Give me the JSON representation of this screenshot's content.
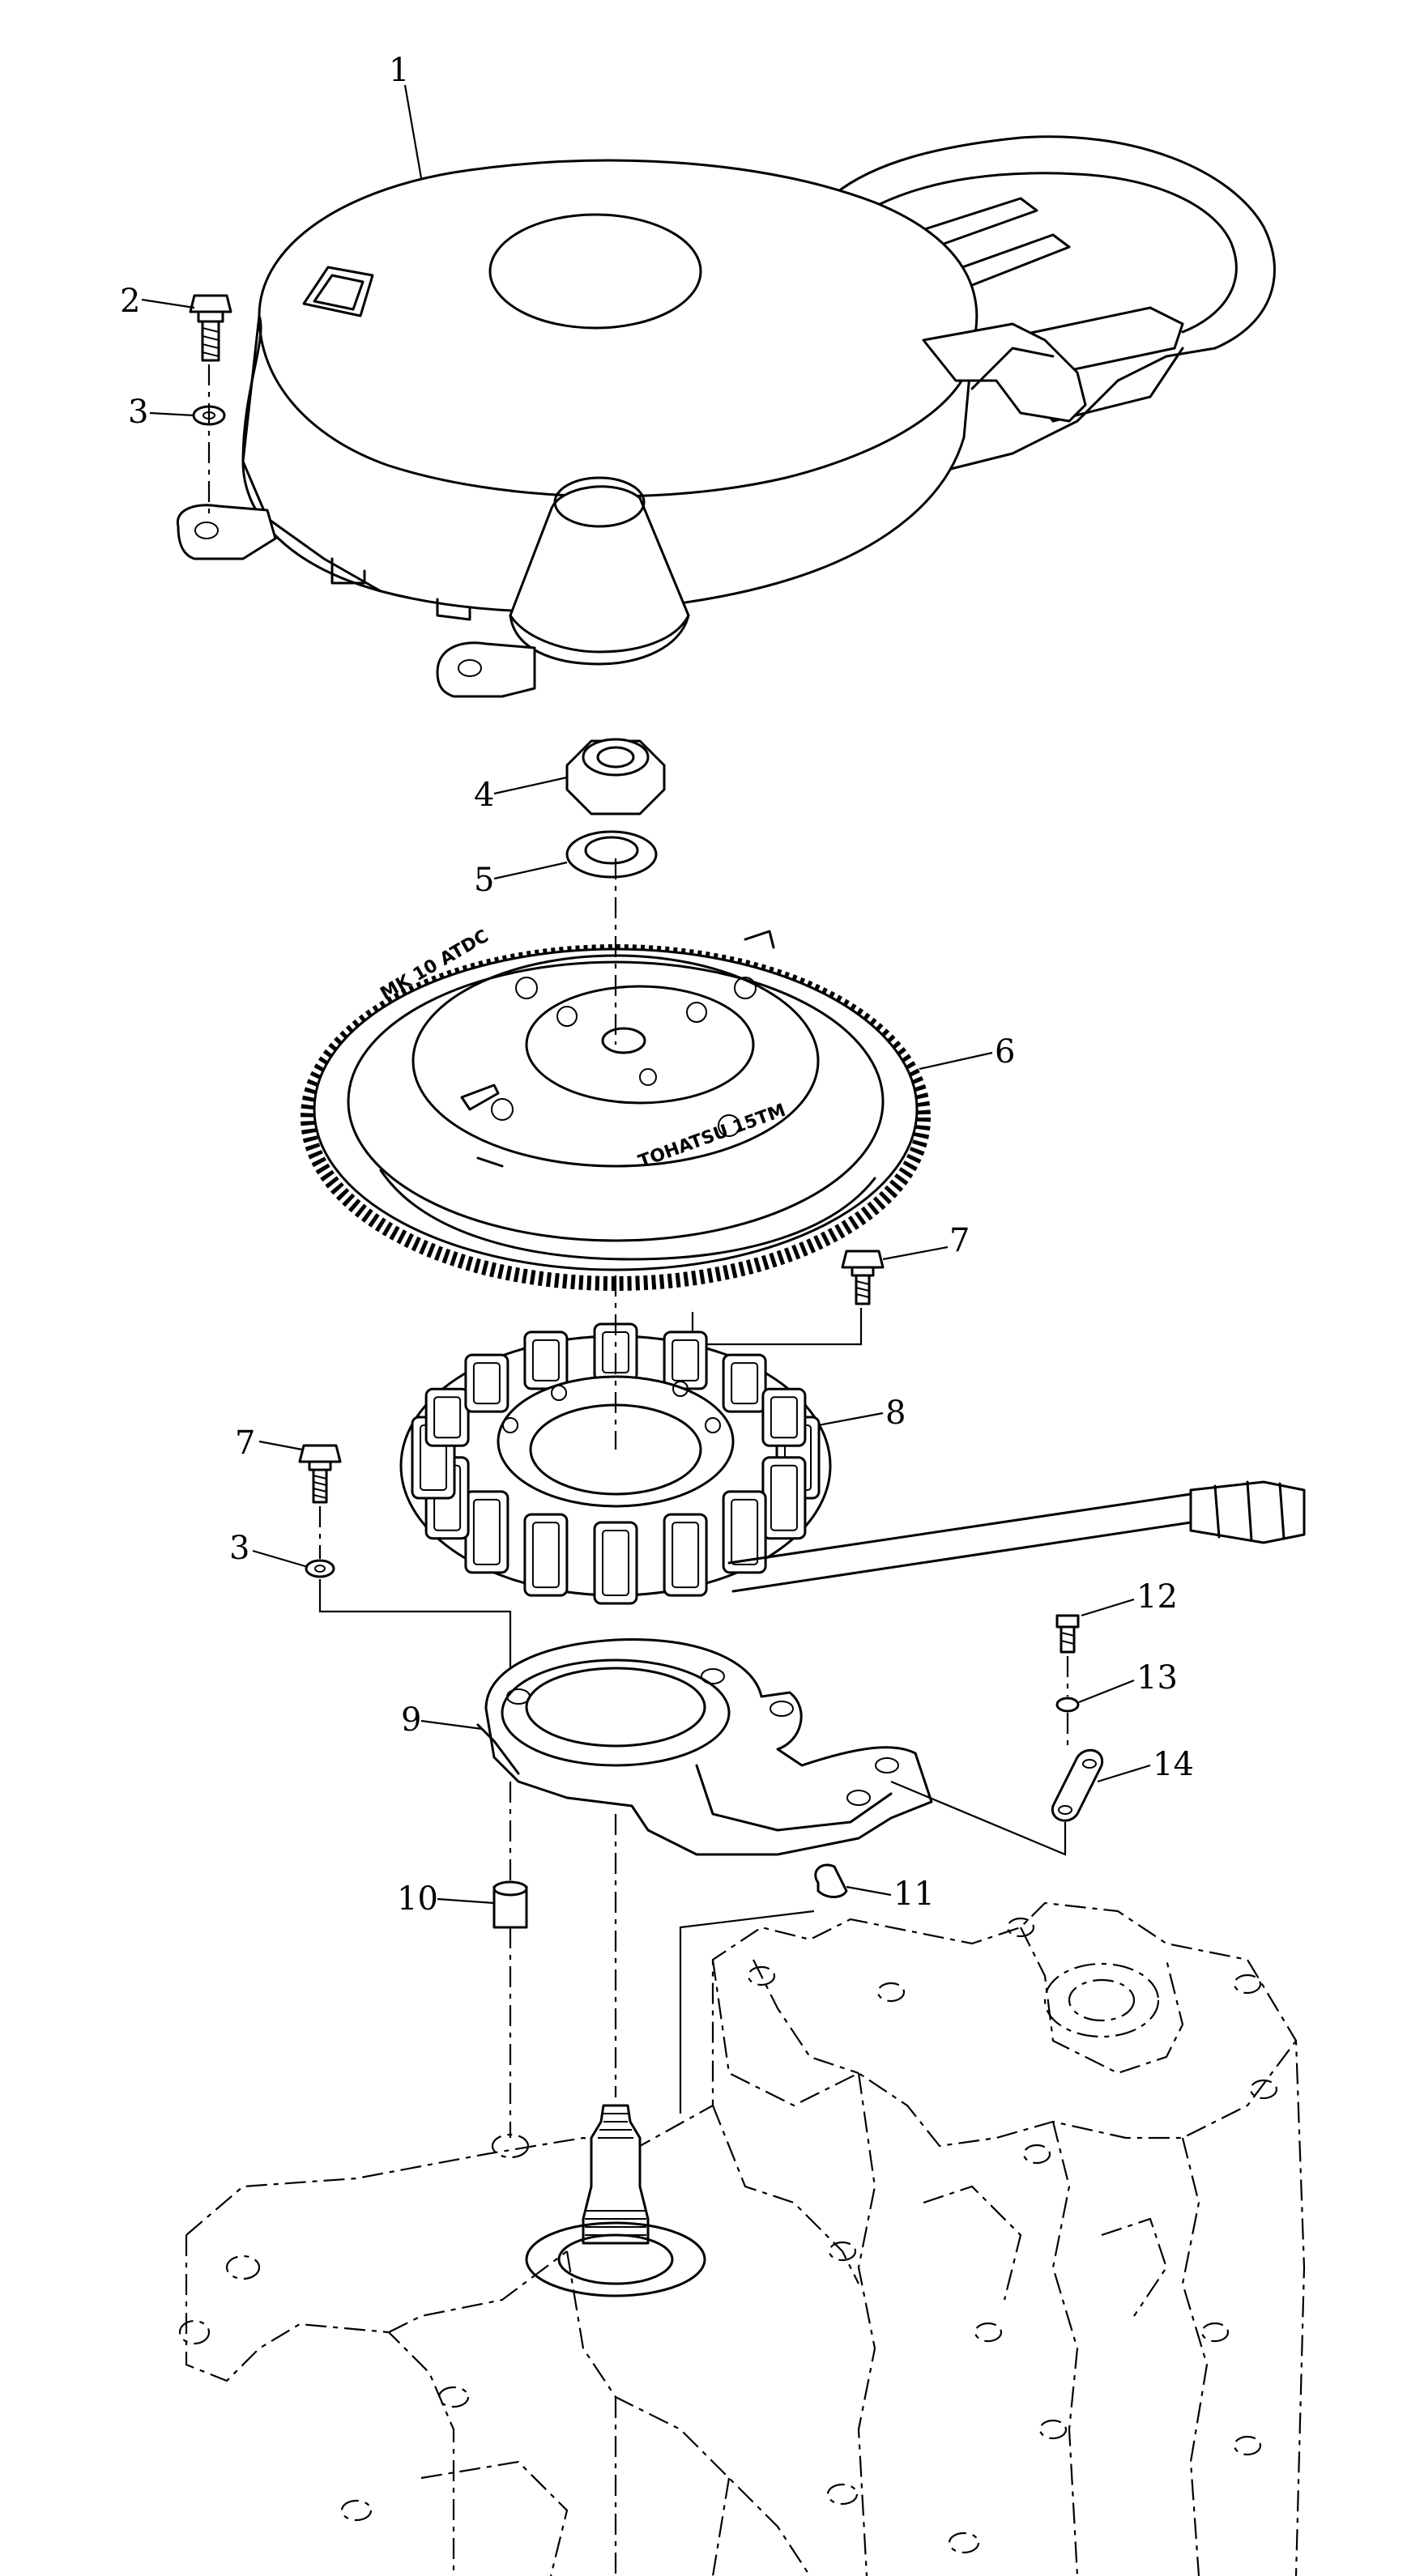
{
  "callouts": [
    {
      "id": "1",
      "label": "1"
    },
    {
      "id": "2",
      "label": "2"
    },
    {
      "id": "3",
      "label": "3"
    },
    {
      "id": "4",
      "label": "4"
    },
    {
      "id": "5",
      "label": "5"
    },
    {
      "id": "6",
      "label": "6"
    },
    {
      "id": "7",
      "label": "7"
    },
    {
      "id": "7b",
      "label": "7"
    },
    {
      "id": "8",
      "label": "8"
    },
    {
      "id": "3b",
      "label": "3"
    },
    {
      "id": "9",
      "label": "9"
    },
    {
      "id": "10",
      "label": "10"
    },
    {
      "id": "11",
      "label": "11"
    },
    {
      "id": "12",
      "label": "12"
    },
    {
      "id": "13",
      "label": "13"
    },
    {
      "id": "14",
      "label": "14"
    }
  ],
  "flywheel_marks": {
    "left": "MK 10 ATDC",
    "right": "TOHATSU 15TM"
  }
}
